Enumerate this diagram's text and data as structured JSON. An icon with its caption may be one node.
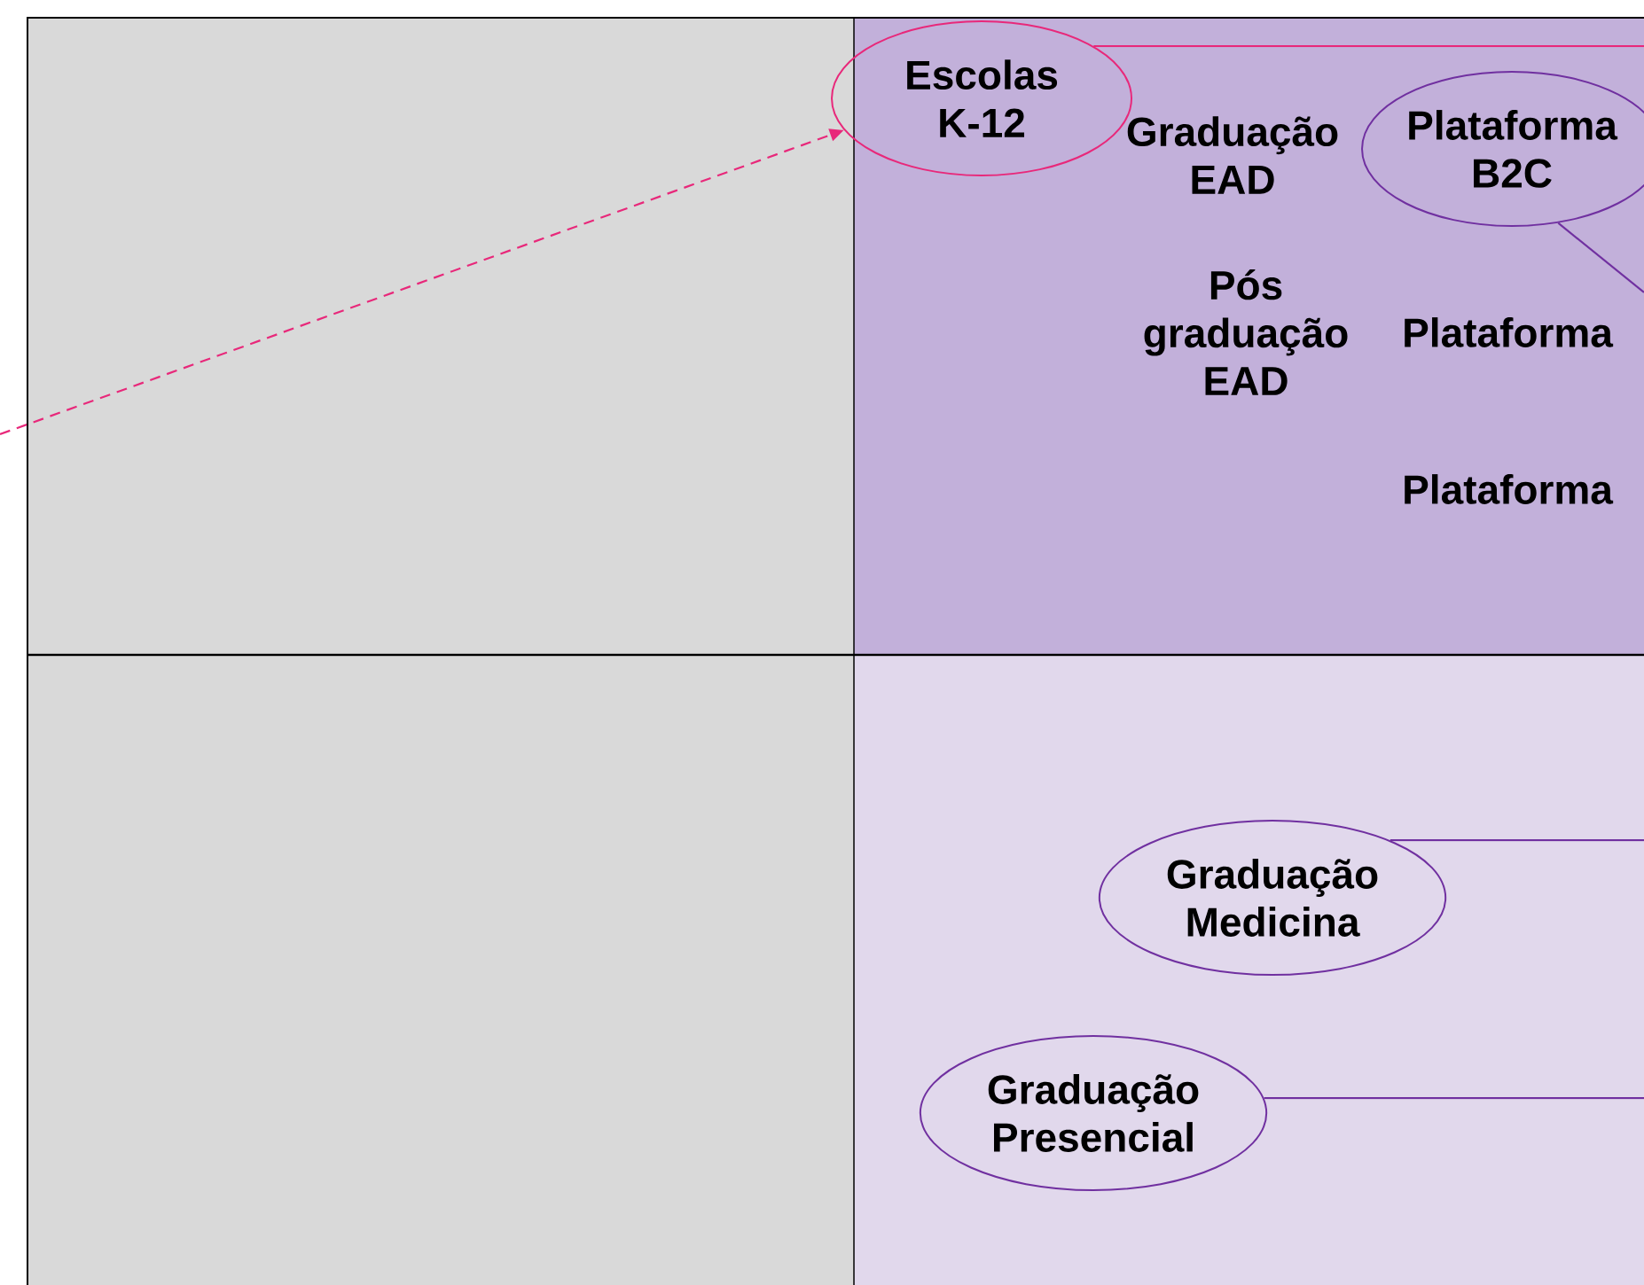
{
  "diagram": {
    "nodes": [
      {
        "text": [
          "Escolas K-12"
        ]
      },
      {
        "text": [
          "Plataforma B2C"
        ]
      },
      {
        "text": [
          "Graduação Medicina"
        ]
      },
      {
        "text": [
          "Graduação Presencial"
        ]
      }
    ],
    "edges": [
      {
        "from": null,
        "to": 0,
        "arrow": "to",
        "style": "dashed",
        "color": "#e8287a"
      },
      {
        "from": 0,
        "to": null,
        "arrow": "none",
        "color": "#e8287a"
      },
      {
        "from": 1,
        "to": null,
        "arrow": "none"
      },
      {
        "from": 2,
        "to": null,
        "arrow": "none"
      },
      {
        "from": 3,
        "to": null,
        "arrow": "none"
      }
    ],
    "labels": [
      "Graduação EAD",
      "Pós graduação EAD",
      "Plataforma",
      "Plataforma"
    ]
  }
}
